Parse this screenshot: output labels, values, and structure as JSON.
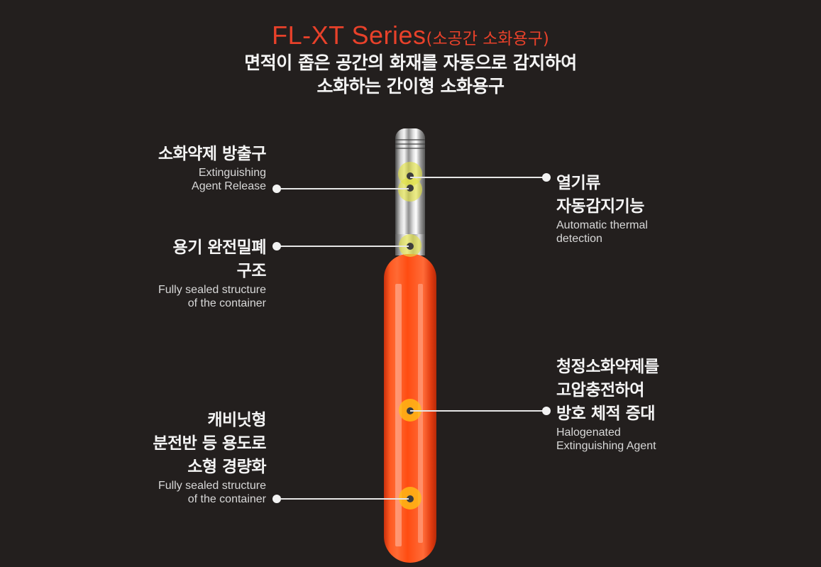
{
  "header": {
    "title": "FL-XT Series",
    "title_sub": "(소공간 소화용구)",
    "subtitle_line1": "면적이 좁은 공간의 화재를 자동으로 감지하여",
    "subtitle_line2": "소화하는 간이형 소화용구"
  },
  "colors": {
    "background": "#231f1e",
    "accent": "#e8412a",
    "body": "#ff5a22",
    "text": "#f4f4f4"
  },
  "callouts": [
    {
      "id": "agent-release",
      "side": "left",
      "ko": [
        "소화약제 방출구"
      ],
      "en": [
        "Extinguishing",
        "Agent Release"
      ]
    },
    {
      "id": "sealed-container",
      "side": "left",
      "ko": [
        "용기 완전밀폐",
        "구조"
      ],
      "en": [
        "Fully sealed structure",
        "of the container"
      ]
    },
    {
      "id": "compact-lightweight",
      "side": "left",
      "ko": [
        "캐비닛형",
        "분전반 등 용도로",
        "소형 경량화"
      ],
      "en": [
        "Fully sealed structure",
        "of the container"
      ]
    },
    {
      "id": "thermal-detection",
      "side": "right",
      "ko": [
        "열기류",
        "자동감지기능"
      ],
      "en": [
        "Automatic thermal",
        "detection"
      ]
    },
    {
      "id": "halogenated-agent",
      "side": "right",
      "ko": [
        "청정소화약제를",
        "고압충전하여",
        "방호 체적 증대"
      ],
      "en": [
        "Halogenated",
        "Extinguishing Agent"
      ]
    }
  ]
}
